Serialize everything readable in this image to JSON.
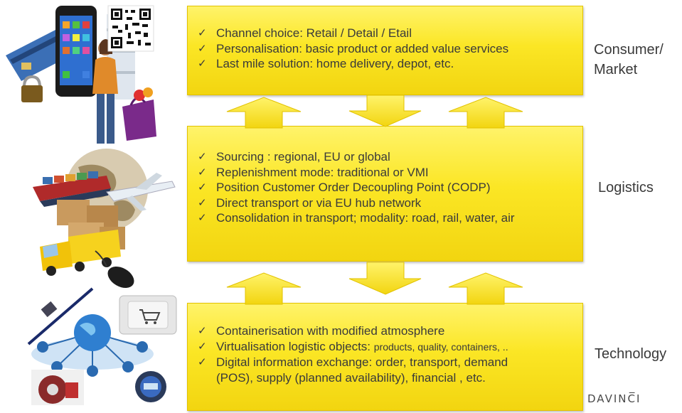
{
  "consumer": {
    "items": [
      "Channel choice: Retail / Detail / Etail",
      "Personalisation: basic product or added value services",
      "Last mile solution:  home delivery, depot, etc."
    ],
    "label_line1": "Consumer/",
    "label_line2": "Market"
  },
  "logistics": {
    "items": [
      "Sourcing : regional, EU or global",
      "Replenishment mode: traditional or VMI",
      "Position Customer Order Decoupling Point (CODP)",
      "Direct transport or via EU hub network",
      "Consolidation in transport; modality: road, rail, water, air"
    ],
    "label": "Logistics"
  },
  "technology": {
    "item1": "Containerisation with modified atmosphere",
    "item2_main": "Virtualisation logistic objects: ",
    "item2_small": "products, quality, containers, ..",
    "item3_line1": "Digital information exchange: order, transport,  demand",
    "item3_line2": "(POS), supply (planned availability), financial , etc.",
    "label": "Technology"
  },
  "logo": "DAVINC̅I",
  "icons": [
    "smartphone-icon",
    "qr-code-icon",
    "credit-card-icon",
    "shopper-image",
    "shopping-bag-icon",
    "globe-image",
    "cargo-ship-image",
    "airplane-image",
    "cardboard-boxes-image",
    "truck-image",
    "computer-mouse-icon",
    "satellite-icon",
    "network-globe-image",
    "shopping-cart-key-icon",
    "tape-roll-image",
    "sensor-tag-icon"
  ],
  "colors": {
    "box_fill": "#fbe625",
    "box_border": "#e2c200",
    "text": "#3a3a3a"
  }
}
